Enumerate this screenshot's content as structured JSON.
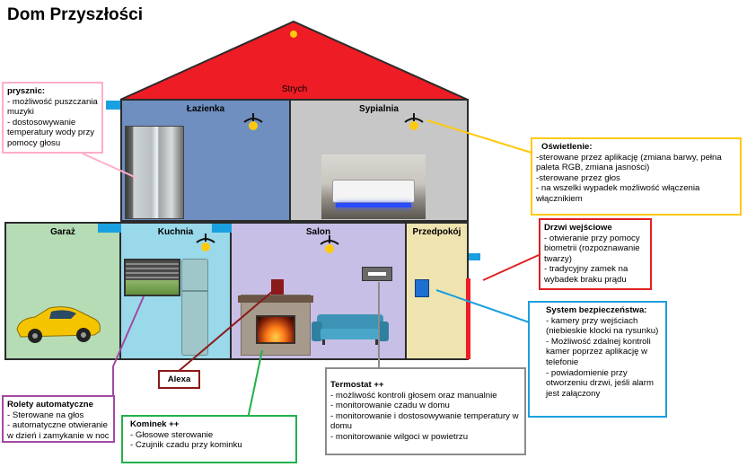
{
  "title": "Dom Przyszłości",
  "rooms": {
    "attic": "Strych",
    "bathroom": "Łazienka",
    "bedroom": "Sypialnia",
    "garage": "Garaż",
    "kitchen": "Kuchnia",
    "living_room": "Salon",
    "hallway": "Przedpokój"
  },
  "colors": {
    "roof": "#ee1c24",
    "bathroom": "#6e8fc0",
    "bedroom": "#c7c7c7",
    "garage": "#b5dcb5",
    "kitchen": "#99d9ea",
    "living_room": "#c8bfe7",
    "hallway": "#efe4b0",
    "door": "#ee1c24",
    "lamp": "#ffc90e",
    "sensor": "#1aa0e0"
  },
  "callouts": {
    "shower": {
      "title": "prysznic:",
      "items": [
        "- możliwość puszczania muzyki",
        "- dostosowywanie temperatury wody przy pomocy głosu"
      ],
      "color": "#ffaec9"
    },
    "lighting": {
      "title": "Oświetlenie:",
      "items": [
        "-sterowane przez aplikację (zmiana barwy, pełna paleta RGB, zmiana jasności)",
        "-sterowane przez głos",
        "- na wszelki wypadek możliwość włączenia włącznikiem"
      ],
      "color": "#ffc90e"
    },
    "entrance": {
      "title": "Drzwi wejściowe",
      "items": [
        "- otwieranie przy pomocy biometrii (rozpoznawanie twarzy)",
        "- tradycyjny zamek na wybadek braku prądu"
      ],
      "color": "#e02020"
    },
    "security": {
      "title": "System bezpieczeństwa:",
      "items": [
        "- kamery przy wejściach (niebieskie klocki na rysunku)",
        "- Możliwość zdalnej kontroli kamer poprzez aplikację w telefonie",
        "- powiadomienie przy otworzeniu drzwi, jeśli alarm jest załączony"
      ],
      "color": "#1aa0e0"
    },
    "alexa": {
      "title": "Alexa",
      "color": "#8b1a1a"
    },
    "thermostat": {
      "title": "Termostat ++",
      "items": [
        "- możliwość kontroli głosem oraz manualnie",
        "- monitorowanie czadu w domu",
        "- monitorowanie i dostosowywanie temperatury w domu",
        "- monitorowanie wilgoci w powietrzu"
      ],
      "color": "#8c8c8c"
    },
    "fireplace": {
      "title": "Kominek ++",
      "items": [
        "- Głosowe sterowanie",
        "- Czujnik czadu przy kominku"
      ],
      "color": "#22b14c"
    },
    "blinds": {
      "title": "Rolety automatyczne",
      "items": [
        "- Sterowane na głos",
        "- automatyczne otwieranie w dzień i zamykanie w noc"
      ],
      "color": "#a349a4"
    }
  }
}
